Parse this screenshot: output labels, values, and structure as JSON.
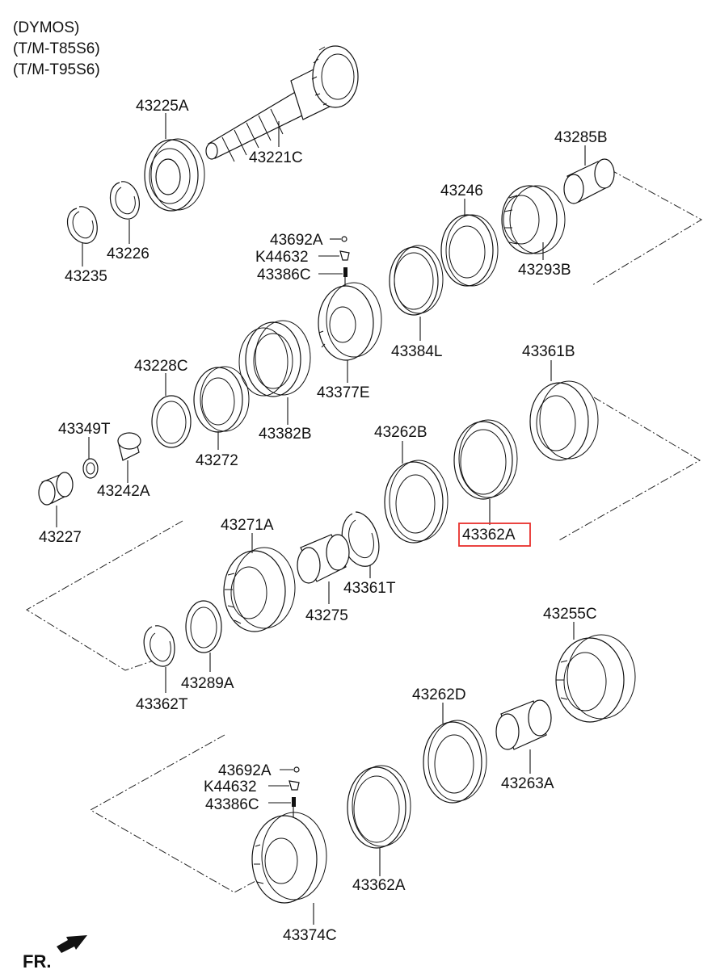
{
  "header": {
    "lines": [
      "(DYMOS)",
      "(T/M-T85S6)",
      "(T/M-T95S6)"
    ]
  },
  "footer": {
    "direction_label": "FR."
  },
  "highlight_part": "43362A",
  "highlight_color": "#e8302c",
  "parts": [
    "43225A",
    "43221C",
    "43285B",
    "43246",
    "43235",
    "43226",
    "43692A",
    "K44632",
    "43386C",
    "43293B",
    "43384L",
    "43361B",
    "43228C",
    "43382B",
    "43377E",
    "43349T",
    "43272",
    "43262B",
    "43242A",
    "43227",
    "43362A",
    "43271A",
    "43275",
    "43361T",
    "43255C",
    "43362T",
    "43289A",
    "43262D",
    "43692A",
    "K44632",
    "43386C",
    "43263A",
    "43362A",
    "43374C"
  ]
}
